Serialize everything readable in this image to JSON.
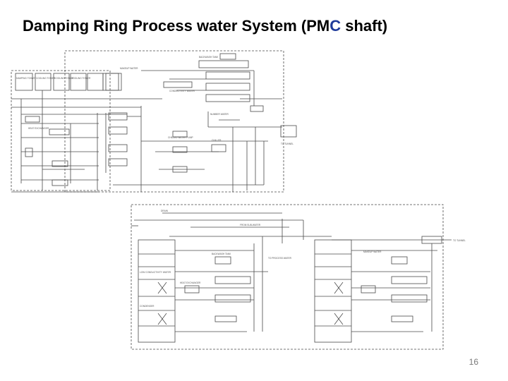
{
  "title": {
    "before": "Damping Ring Process water System (PM",
    "accent": "C",
    "after": " shaft)"
  },
  "page_number": "16",
  "colors": {
    "accent": "#1f3b9a",
    "line": "#4a4a4a",
    "page_number": "#7a7a7a"
  },
  "upper_diagram": {
    "labels": [
      "DAMPING TOWER",
      "COOLING TOWER",
      "COOLING TOWER",
      "COOLING TOWER",
      "BACKWASH TANK",
      "MAKEUP WATER",
      "CHILLED WATER PUMP",
      "CHILLER",
      "HEAT EXCHANGER",
      "CONDUCTIVITY WATER",
      "NUMBER WATER",
      "TO TUNNEL"
    ]
  },
  "lower_diagram": {
    "labels": [
      "DRAIN",
      "FROM SUB-WATER",
      "TO TUNNEL",
      "MAKEUP WATER",
      "LOW CONDUCTIVITY WATER",
      "BACKWASH TANK",
      "HEAT EXCHANGER",
      "CONDENSER",
      "TO PROCESS WATER"
    ]
  }
}
